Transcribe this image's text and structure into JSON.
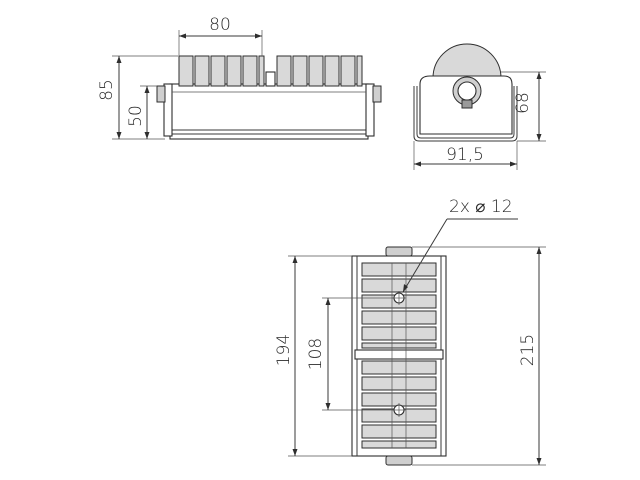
{
  "dimensions": {
    "width_top": "80",
    "height_total": "85",
    "height_lower": "50",
    "side_height": "68",
    "side_width": "91,5",
    "hole_spec": "2x ⌀ 12",
    "hole_spacing": "108",
    "inner_length": "194",
    "total_length": "215"
  }
}
